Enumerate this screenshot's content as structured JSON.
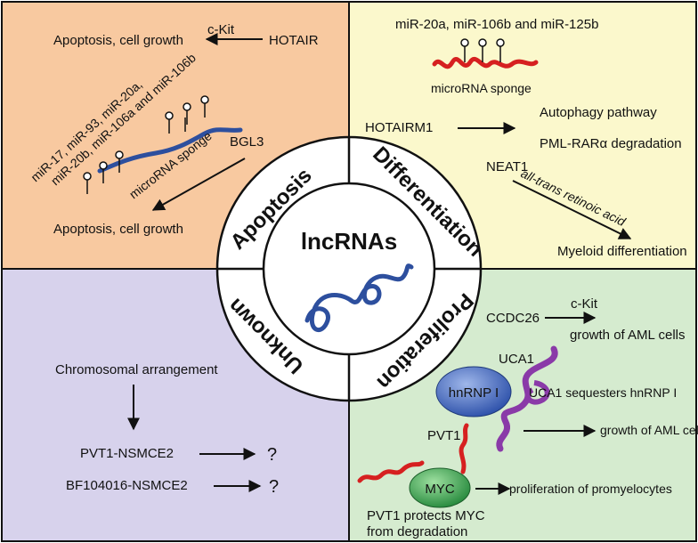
{
  "center": {
    "title": "lncRNAs"
  },
  "ring_labels": {
    "apoptosis": "Apoptosis",
    "differentiation": "Differentiation",
    "unknown": "Unknown",
    "proliferation": "Proliferation"
  },
  "apoptosis_panel": {
    "ckit": "c-Kit",
    "hotair": "HOTAIR",
    "top_outcome": "Apoptosis, cell growth",
    "mirna_line1": "miR-17, miR-93, miR-20a,",
    "mirna_line2": "miR-20b, miR-106a and miR-106b",
    "sponge": "microRNA sponge",
    "bgl3": "BGL3",
    "bottom_outcome": "Apoptosis, cell growth"
  },
  "differentiation_panel": {
    "mirnas": "miR-20a, miR-106b and miR-125b",
    "sponge": "microRNA sponge",
    "hotairm1": "HOTAIRM1",
    "autophagy": "Autophagy pathway",
    "pml": "PML-RARα degradation",
    "neat1": "NEAT1",
    "atra": "all-trans retinoic acid",
    "myeloid": "Myeloid differentiation"
  },
  "unknown_panel": {
    "chrom": "Chromosomal arrangement",
    "pvt1_nsmce2": "PVT1-NSMCE2",
    "bf_nsmce2": "BF104016-NSMCE2",
    "q1": "?",
    "q2": "?"
  },
  "proliferation_panel": {
    "ccdc26": "CCDC26",
    "ckit": "c-Kit",
    "growth1": "growth of AML cells",
    "uca1": "UCA1",
    "hnrnp": "hnRNP I",
    "uca1_seq": "UCA1 sequesters hnRNP I",
    "growth2": "growth of AML cells",
    "pvt1": "PVT1",
    "myc": "MYC",
    "promyelo": "proliferation of promyelocytes",
    "protect1": "PVT1 protects MYC",
    "protect2": "from degradation"
  },
  "colors": {
    "apoptosis_bg": "#f8c9a0",
    "differentiation_bg": "#fbf8cc",
    "unknown_bg": "#d7d2ec",
    "proliferation_bg": "#d5ebcf",
    "rna_blue": "#2d4f9e",
    "rna_red": "#d62020",
    "rna_purple": "#8a3aa8",
    "hnrnp_blue": "#3a63b7",
    "myc_green": "#2f8a3f"
  }
}
